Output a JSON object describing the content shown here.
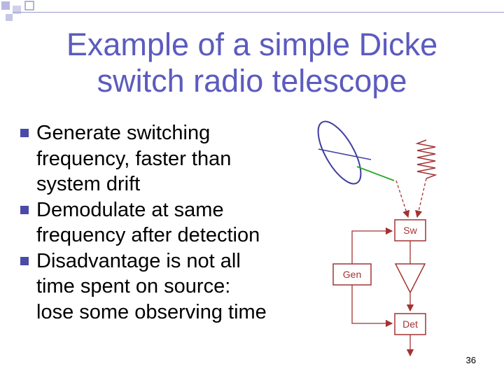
{
  "slide": {
    "title_line1": "Example of a simple Dicke",
    "title_line2": "switch radio telescope",
    "page_number": "36"
  },
  "bullets": [
    {
      "lines": [
        "Generate switching",
        "frequency, faster than",
        "system drift"
      ]
    },
    {
      "lines": [
        "Demodulate at same",
        "frequency after detection"
      ]
    },
    {
      "lines": [
        "Disadvantage is not all",
        "time spent on source:",
        "lose some observing time"
      ]
    }
  ],
  "diagram": {
    "switch_label": "Sw",
    "generator_label": "Gen",
    "detector_label": "Det"
  },
  "colors": {
    "title": "#5b5bbf",
    "bullet": "#4a4aa8",
    "diagram_blocks": "#a33333",
    "antenna_feed": "#22aa22",
    "antenna_dish": "#4040a0"
  }
}
